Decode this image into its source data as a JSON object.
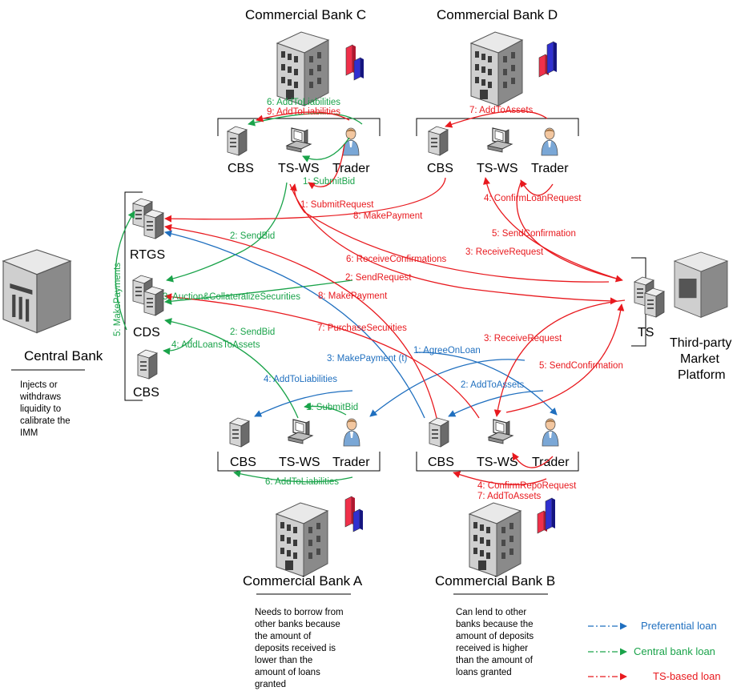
{
  "colors": {
    "preferential": "#1f6fbf",
    "central": "#1aa34a",
    "ts": "#e8191e",
    "building_light": "#d6d6d6",
    "building_dark": "#7a7a7a",
    "bar_red": "#f0304a",
    "bar_blue": "#3030d0"
  },
  "banks": {
    "c": "Commercial Bank C",
    "d": "Commercial Bank D",
    "a": "Commercial Bank A",
    "b": "Commercial Bank B"
  },
  "central_bank": {
    "title": "Central Bank",
    "note": [
      "Injects or",
      "withdraws",
      "liquidity to",
      "calibrate the",
      "IMM"
    ],
    "nodes": {
      "rtgs": "RTGS",
      "cds": "CDS",
      "cbs": "CBS"
    }
  },
  "platform": {
    "ts": "TS",
    "title": [
      "Third-party",
      "Market",
      "Platform"
    ]
  },
  "nodes": {
    "cbs": "CBS",
    "tsws": "TS-WS",
    "trader": "Trader"
  },
  "notes": {
    "a": [
      "Needs to borrow from",
      "other banks because",
      "the amount of",
      "deposits received is",
      "lower than the",
      "amount of loans",
      "granted"
    ],
    "b": [
      "Can lend to other",
      "banks because the",
      "amount of deposits",
      "received is higher",
      "than the amount of",
      "loans granted"
    ]
  },
  "labels": {
    "c_add_liab_6": "6: AddToLiabilities",
    "c_add_liab_9": "9: AddToLiabilities",
    "c_submit_bid": "1: SubmitBid",
    "c_submit_request": "1: SubmitRequest",
    "d_add_assets": "7: AddToAssets",
    "d_confirm_loan": "4: ConfirmLoanRequest",
    "make_payment_8_top": "8: MakePayment",
    "send_bid_2_top": "2: SendBid",
    "send_confirmation_5_top": "5: SendConfirmation",
    "receive_request_3_top": "3: ReceiveRequest",
    "receive_confirmations_6": "6: ReceiveConfirmations",
    "send_request_2": "2: SendRequest",
    "auction": "3: Auction&CollateralizeSecurities",
    "make_payment_8_mid": "8: MakePayment",
    "make_payments_5": "5: MakePayments",
    "purchase_securities": "7: PurchaseSecurities",
    "send_bid_2_mid": "2: SendBid",
    "receive_request_3_bot": "3: ReceiveRequest",
    "add_loans_assets": "4: AddLoansToAssets",
    "make_payment_t": "3: MakePayment (t)",
    "agree_on_loan": "1: AgreeOnLoan",
    "send_confirmation_5_bot": "5: SendConfirmation",
    "a_add_liab_4": "4: AddToLiabilities",
    "b_add_assets_2": "2: AddToAssets",
    "a_submit_bid": "1: SubmitBid",
    "a_add_liab_6": "6: AddToLiabilities",
    "b_confirm_repo": "4: ConfirmRepoRequest",
    "b_add_assets_7": "7: AddToAssets"
  },
  "legend": {
    "preferential": "Preferential loan",
    "central": "Central bank loan",
    "ts": "TS-based loan"
  }
}
